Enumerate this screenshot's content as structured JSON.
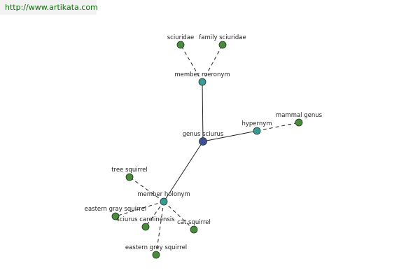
{
  "watermark": {
    "url": "http://www.artikata.com"
  },
  "colors": {
    "leaf": "#4a8a3c",
    "relation": "#3a9a9a",
    "center": "#3f4f9a",
    "edge": "#222222"
  },
  "graph": {
    "center": "genus sciurus",
    "relations": [
      {
        "label": "member meronym",
        "members": [
          "sciuridae",
          "family sciuridae"
        ]
      },
      {
        "label": "hypernym",
        "members": [
          "mammal genus"
        ]
      },
      {
        "label": "member holonym",
        "members": [
          "tree squirrel",
          "eastern gray squirrel",
          "sciurus carolinensis",
          "cat squirrel",
          "eastern grey squirrel"
        ]
      }
    ]
  }
}
